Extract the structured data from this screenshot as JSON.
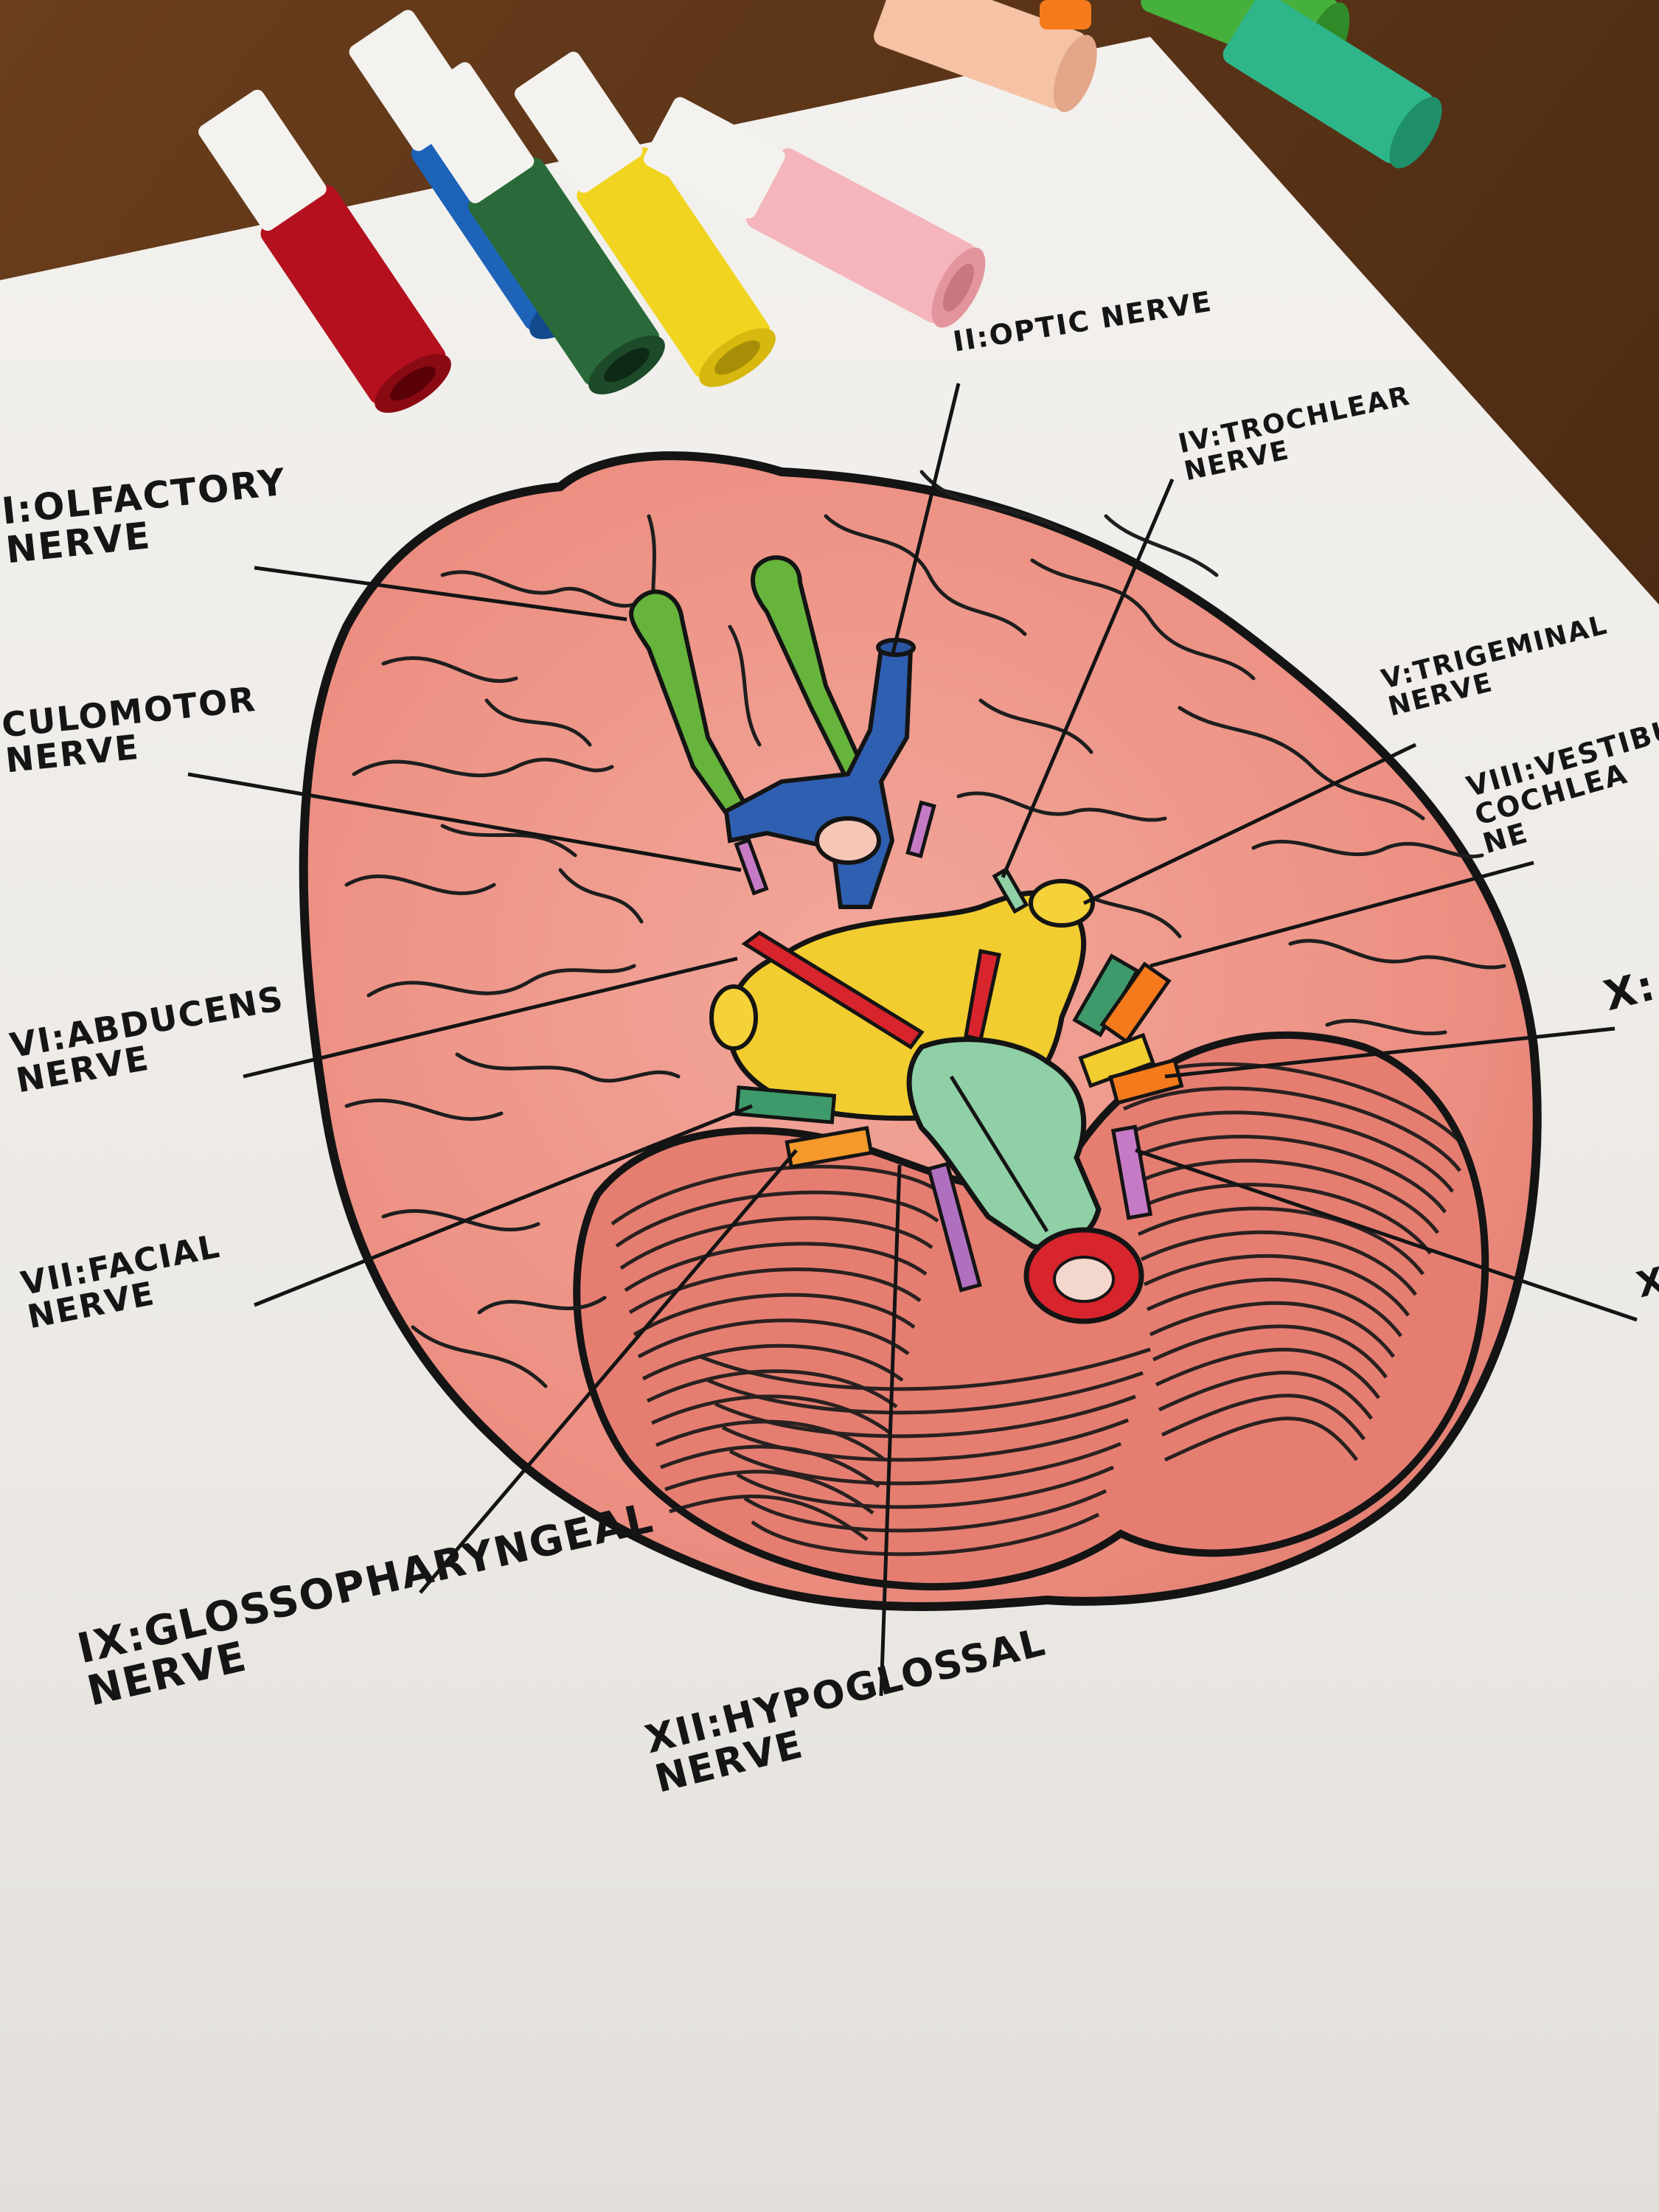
{
  "labels": {
    "olfactory": "I:OLFACTORY\nNERVE",
    "optic": "II:OPTIC NERVE",
    "oculomotor": "CULOMOTOR\nNERVE",
    "trochlear": "IV:TROCHLEAR\nNERVE",
    "trigeminal": "V:TRIGEMINAL\nNERVE",
    "abducens": "VI:ABDUCENS\nNERVE",
    "facial": "VII:FACIAL\nNERVE",
    "vestibulocochlear": "VIII:VESTIBU\nCOCHLEA\nNE",
    "glossopharyngeal": "IX:GLOSSOPHARYNGEAL\nNERVE",
    "vagus": "X:",
    "accessory": "X",
    "hypoglossal": "XII:HYPOGLOSSAL\nNERVE"
  },
  "colors": {
    "table": "#5a3418",
    "paper": "#efedea",
    "cerebrum": "#eb8c80",
    "cerebellum": "#e88478",
    "outline": "#141414",
    "olfactory": "#66b43c",
    "optic": "#2f5fb0",
    "pons": "#f1cd2f",
    "artery": "#d8242c",
    "medulla": "#8fd0a6",
    "marker_red": "#b4101e",
    "marker_blue": "#1d63b8",
    "marker_green": "#2a6a3a",
    "marker_yellow": "#f0d420",
    "marker_pink": "#f4b6bc",
    "marker_peach": "#f6c2a6",
    "marker_teal": "#2fb58a",
    "marker_orange": "#f47a1c",
    "marker_lime": "#46b03c"
  },
  "markers": [
    "red-marker",
    "blue-marker",
    "green-marker",
    "yellow-marker",
    "pink-marker",
    "peach-marker",
    "teal-marker",
    "lime-marker"
  ]
}
